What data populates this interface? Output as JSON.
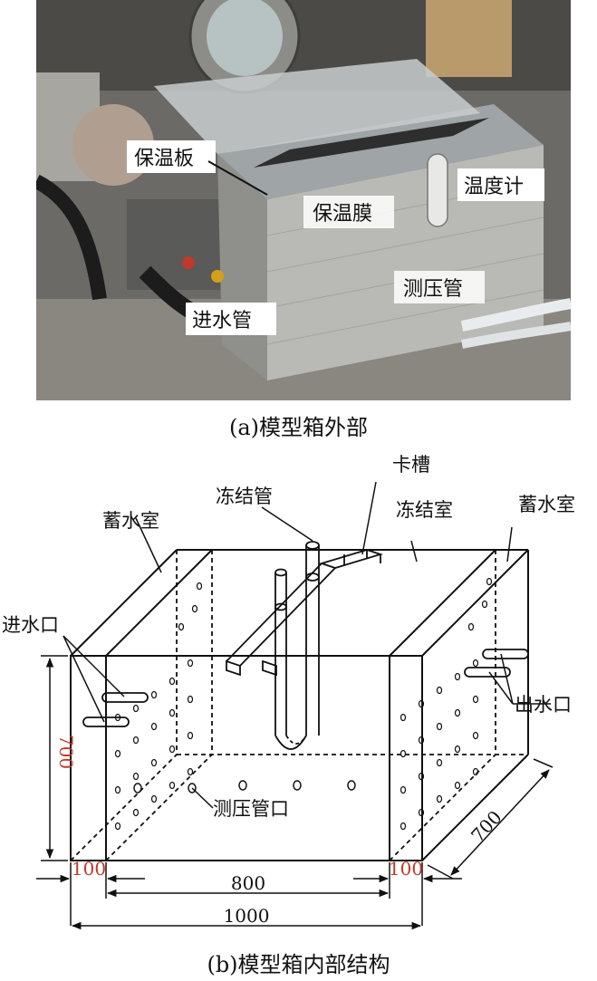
{
  "photo": {
    "labels": {
      "insulation_board": "保温板",
      "thermometer": "温度计",
      "insulation_film": "保温膜",
      "pressure_tube": "测压管",
      "inlet_pipe": "进水管"
    },
    "caption": "(a)模型箱外部"
  },
  "diagram": {
    "labels": {
      "slot": "卡槽",
      "freeze_pipe": "冻结管",
      "freeze_chamber": "冻结室",
      "reservoir_left": "蓄水室",
      "reservoir_right": "蓄水室",
      "inlet": "进水口",
      "outlet": "出水口",
      "pressure_port": "测压管口"
    },
    "dimensions": {
      "height": "700",
      "depth": "700",
      "left_reservoir": "100",
      "middle": "800",
      "right_reservoir": "100",
      "total": "1000"
    },
    "caption": "(b)模型箱内部结构"
  },
  "colors": {
    "dimension_text": "#c0392b",
    "line": "#111111"
  }
}
